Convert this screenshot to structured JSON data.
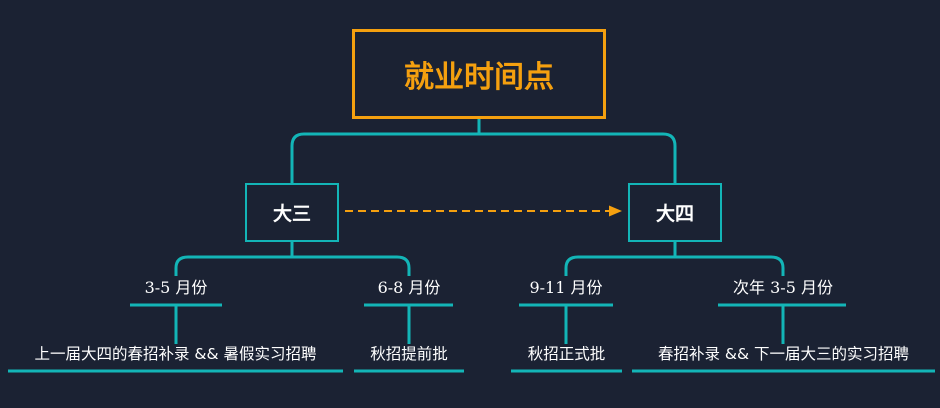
{
  "root": {
    "label": "就业时间点"
  },
  "years": [
    {
      "label": "大三",
      "periods": [
        {
          "label": "3-5 月份",
          "activity": "上一届大四的春招补录 && 暑假实习招聘"
        },
        {
          "label": "6-8 月份",
          "activity": "秋招提前批"
        }
      ]
    },
    {
      "label": "大四",
      "periods": [
        {
          "label": "9-11 月份",
          "activity": "秋招正式批"
        },
        {
          "label": "次年 3-5 月份",
          "activity": "春招补录 && 下一届大三的实习招聘"
        }
      ]
    }
  ],
  "colors": {
    "background": "#1b2233",
    "connector": "#13b5b7",
    "root_accent": "#f5a00f",
    "arrow": "#f5a00f",
    "text": "#ffffff"
  }
}
